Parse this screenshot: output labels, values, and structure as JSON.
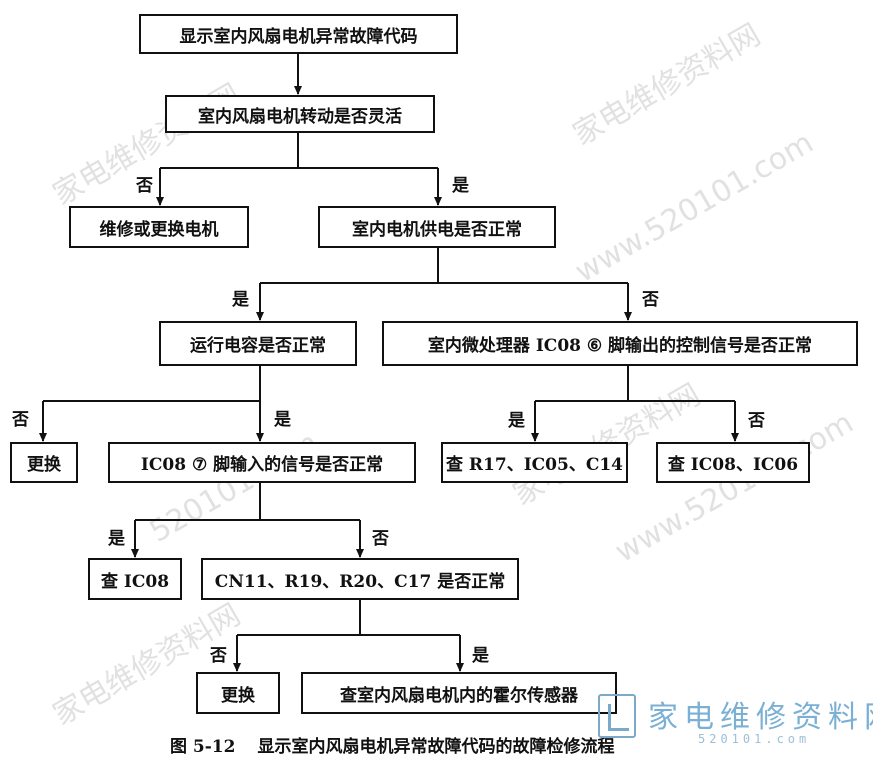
{
  "nodes": {
    "n_display": "显示室内风扇电机异常故障代码",
    "n_rotate": "室内风扇电机转动是否灵活",
    "n_repair_motor": "维修或更换电机",
    "n_power": "室内电机供电是否正常",
    "n_capacitor": "运行电容是否正常",
    "n_mcu_signal": "室内微处理器 IC08 ⑥ 脚输出的控制信号是否正常",
    "n_replace_1": "更换",
    "n_ic08_input": "IC08 ⑦ 脚输入的信号是否正常",
    "n_check_r17": "查 R17、IC05、C14",
    "n_check_ic08_ic06": "查 IC08、IC06",
    "n_check_ic08": "查 IC08",
    "n_cn11": "CN11、R19、R20、C17 是否正常",
    "n_replace_2": "更换",
    "n_hall": "查室内风扇电机内的霍尔传感器"
  },
  "branch_labels": {
    "rotate_no": "否",
    "rotate_yes": "是",
    "power_yes": "是",
    "power_no": "否",
    "capacitor_no": "否",
    "capacitor_yes": "是",
    "mcu_yes": "是",
    "mcu_no": "否",
    "ic08_yes": "是",
    "ic08_no": "否",
    "cn11_no": "否",
    "cn11_yes": "是"
  },
  "caption": {
    "number": "图 5-12",
    "text": "显示室内风扇电机异常故障代码的故障检修流程"
  },
  "watermark": {
    "brand": "家电维修资料网",
    "site": "520101.com",
    "site_large": "www.520101.com"
  }
}
